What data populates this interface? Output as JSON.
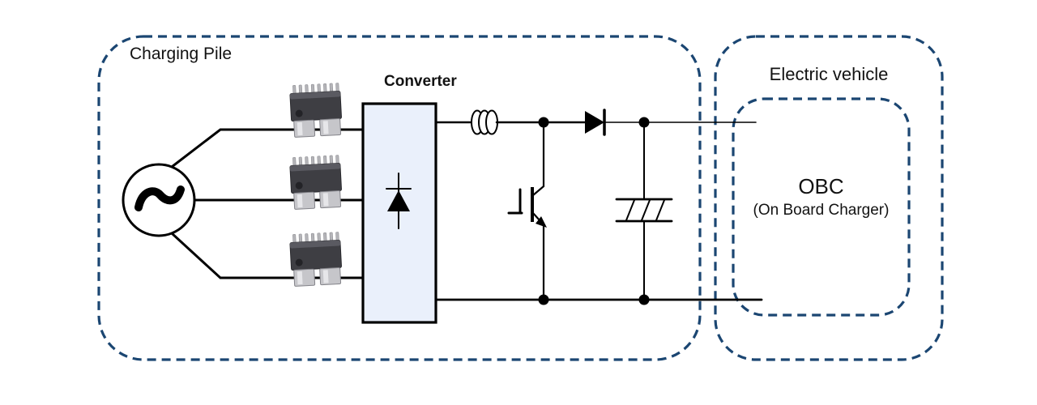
{
  "labels": {
    "charging_pile": "Charging Pile",
    "converter": "Converter",
    "electric_vehicle": "Electric vehicle",
    "obc_title": "OBC",
    "obc_subtitle": "(On Board Charger)"
  },
  "colors": {
    "dashed_border": "#1b4672",
    "wire": "#000000",
    "converter_fill": "#eaf0fb",
    "background": "#ffffff",
    "chip_body": "#3e3e43",
    "chip_pins": "#b4b4b8",
    "chip_tabs": "#c6c6ca"
  },
  "components": [
    {
      "name": "ac-source-icon",
      "shape": "circle with sine wave"
    },
    {
      "name": "ic-chip-icon",
      "shape": "photographic SOIC package",
      "count": 3
    },
    {
      "name": "rectifier-diode-icon",
      "shape": "upward diode inside converter block"
    },
    {
      "name": "inductor-icon",
      "shape": "three overlapping coil loops"
    },
    {
      "name": "igbt-icon",
      "shape": "transistor with gate bar and emitter arrow"
    },
    {
      "name": "series-diode-icon",
      "shape": "right-pointing diode on top rail"
    },
    {
      "name": "capacitor-icon",
      "shape": "two plates with three diagonal hatches"
    }
  ]
}
